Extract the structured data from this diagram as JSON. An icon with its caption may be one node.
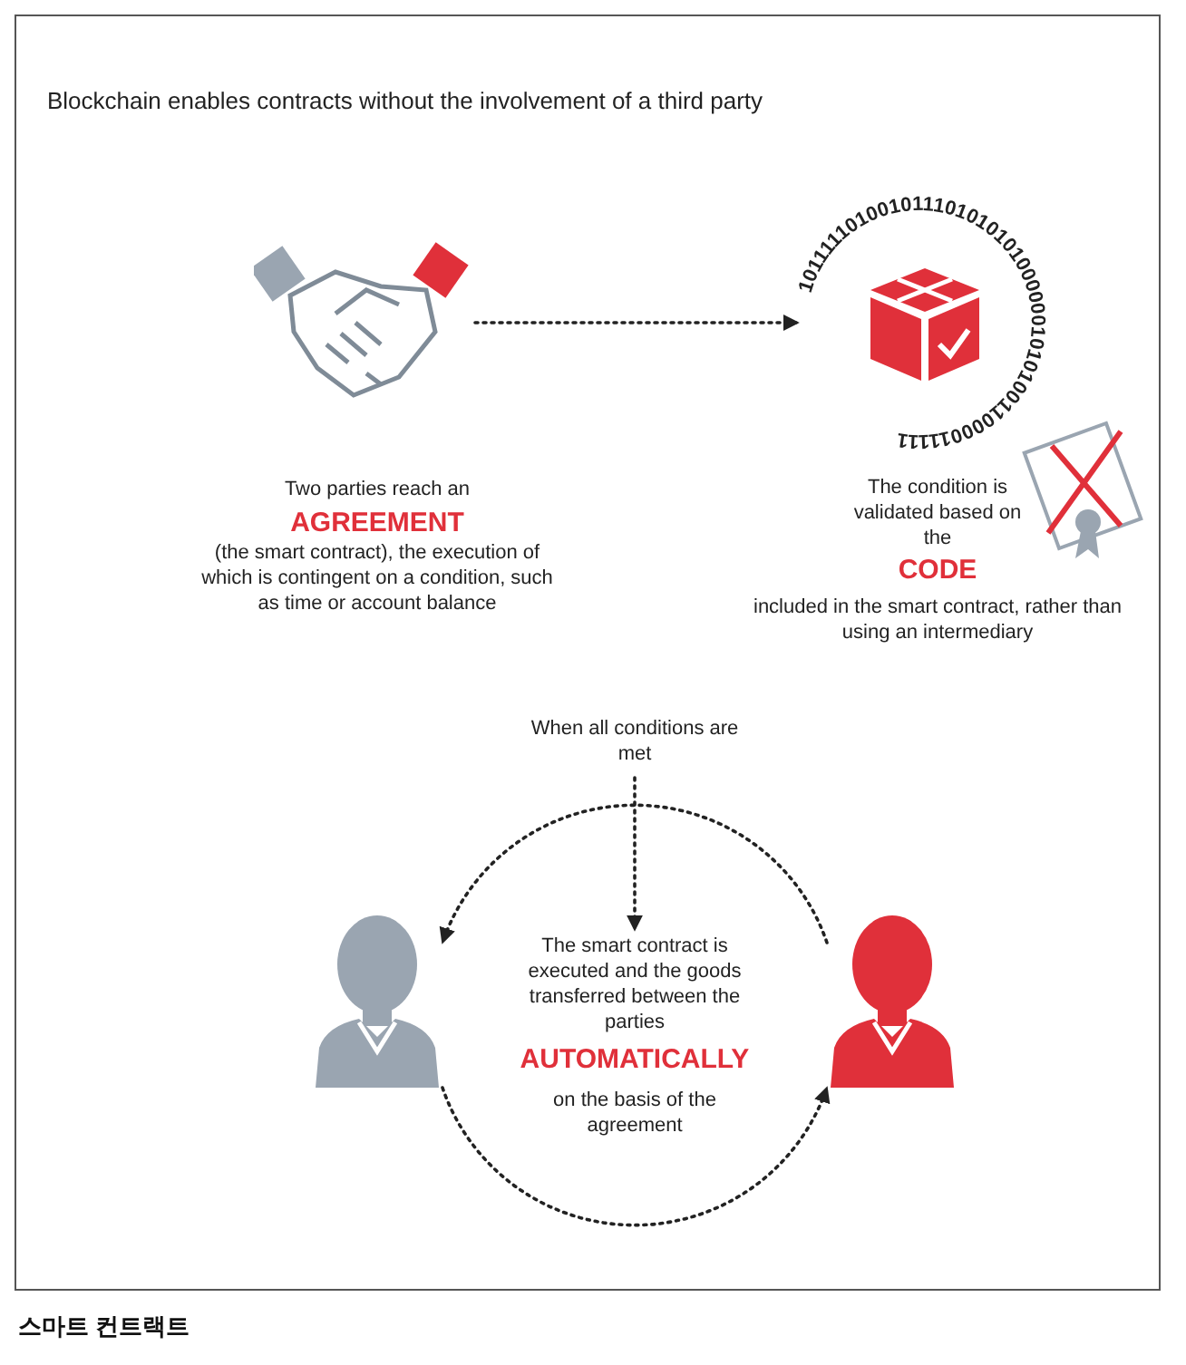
{
  "diagram": {
    "title": "Blockchain enables contracts without the involvement of a third party",
    "caption": "스마트 컨트랙트",
    "nodes": [
      {
        "text": [],
        "shape": "picture"
      },
      {
        "text": [],
        "shape": "picture"
      },
      {
        "text": [
          "When all conditions are met"
        ]
      },
      {
        "text": [
          "The smart contract is executed and the goods transferred between the parties",
          "AUTOMATICALLY",
          "on the basis of the agreement"
        ]
      },
      {
        "text": [],
        "shape": "person"
      },
      {
        "text": [],
        "shape": "person"
      }
    ],
    "edges": [
      {
        "from": 0,
        "to": 1,
        "arrow": "to",
        "style": "dashed"
      },
      {
        "from": 2,
        "to": 3,
        "arrow": "to",
        "style": "dashed"
      },
      {
        "from": 5,
        "to": 4,
        "arrow": "to",
        "style": "dashed"
      },
      {
        "from": 4,
        "to": 5,
        "arrow": "to",
        "style": "dashed"
      }
    ],
    "labels": [
      "Two parties reach an",
      "AGREEMENT",
      "(the smart contract), the execution of which is contingent on a condition, such as time or account balance",
      "101111101001011101010101000000101010011000011111",
      "The condition is validated based on the",
      "CODE",
      "included in the smart contract, rather than using an intermediary"
    ]
  }
}
